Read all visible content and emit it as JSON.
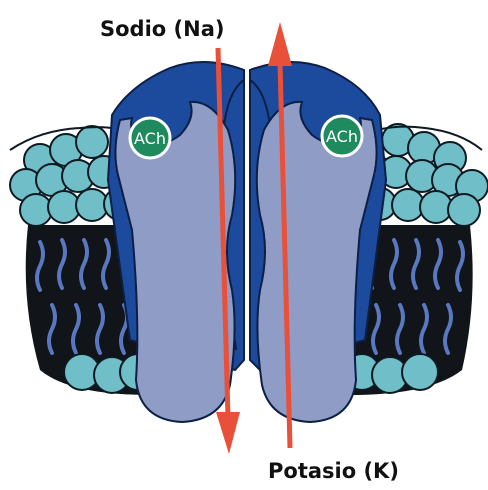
{
  "labels": {
    "sodium": "Sodio (Na)",
    "potassium": "Potasio (K)",
    "ach_left": "ACh",
    "ach_right": "ACh"
  },
  "colors": {
    "membrane_dark": "#111418",
    "lipid_head": "#6fbec8",
    "lipid_tail": "#5a78c0",
    "channel_dark_blue": "#1c4a9c",
    "channel_light": "#8e9cc6",
    "ach_green": "#1f8a5e",
    "arrow_red": "#e8503a"
  }
}
